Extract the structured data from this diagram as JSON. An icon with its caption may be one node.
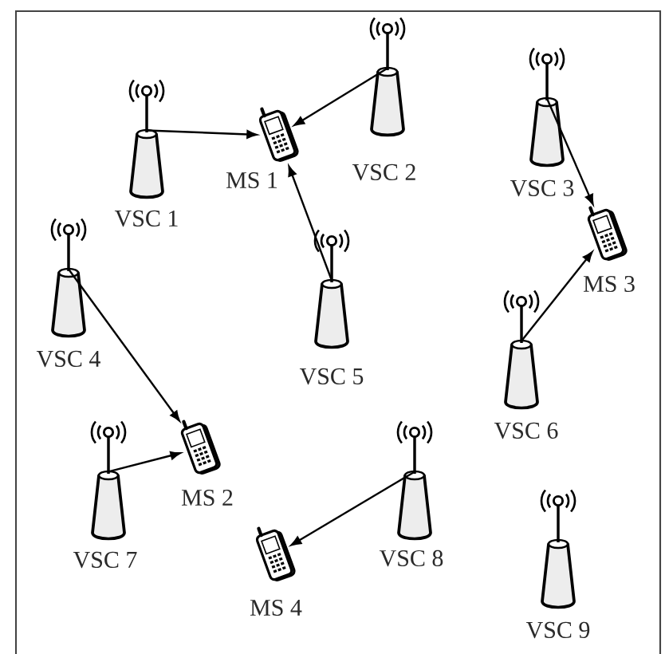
{
  "diagram": {
    "nodes": [
      {
        "text": [
          "VSC 1"
        ]
      },
      {
        "text": [
          "MS 1"
        ]
      },
      {
        "text": [
          "VSC 2"
        ]
      },
      {
        "text": [
          "VSC 3"
        ]
      },
      {
        "text": [
          "MS 3"
        ]
      },
      {
        "text": [
          "VSC 4"
        ]
      },
      {
        "text": [
          "VSC 5"
        ]
      },
      {
        "text": [
          "VSC 6"
        ]
      },
      {
        "text": [
          "MS 2"
        ]
      },
      {
        "text": [
          "VSC 7"
        ]
      },
      {
        "text": [
          "VSC 8"
        ]
      },
      {
        "text": [
          "MS 4"
        ]
      },
      {
        "text": [
          "VSC 9"
        ]
      }
    ],
    "edges": [
      {
        "from": 0,
        "to": 1,
        "arrow": "to"
      },
      {
        "from": 2,
        "to": 1,
        "arrow": "to"
      },
      {
        "from": 6,
        "to": 1,
        "arrow": "to"
      },
      {
        "from": 3,
        "to": 4,
        "arrow": "to"
      },
      {
        "from": 7,
        "to": 4,
        "arrow": "to"
      },
      {
        "from": 5,
        "to": 8,
        "arrow": "to"
      },
      {
        "from": 9,
        "to": 8,
        "arrow": "to"
      },
      {
        "from": 10,
        "to": 11,
        "arrow": "to"
      }
    ]
  }
}
